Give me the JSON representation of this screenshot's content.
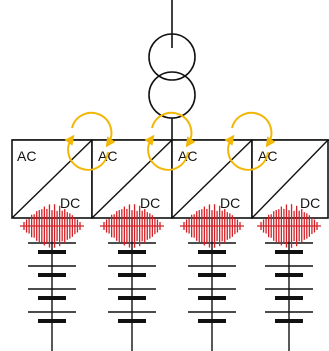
{
  "diagram": {
    "transformer": {
      "symbol": "two-winding-transformer-icon"
    },
    "converters": [
      {
        "ac_label": "AC",
        "dc_label": "DC"
      },
      {
        "ac_label": "AC",
        "dc_label": "DC"
      },
      {
        "ac_label": "AC",
        "dc_label": "DC"
      },
      {
        "ac_label": "AC",
        "dc_label": "DC"
      }
    ],
    "circulating_arrows": 3,
    "battery_cells_per_string": 4,
    "colors": {
      "line": "#111111",
      "arrow": "#f2b705",
      "ripple": "#d42027"
    }
  }
}
